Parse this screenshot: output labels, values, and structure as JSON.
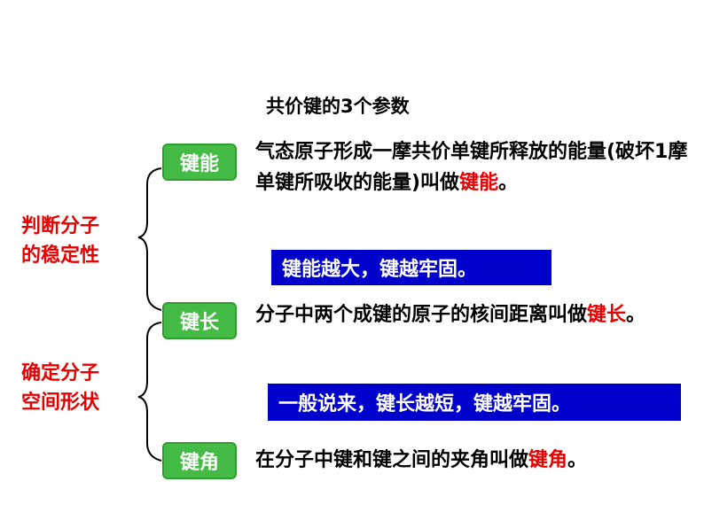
{
  "title": "共价键的3个参数",
  "left_labels": {
    "stability": {
      "line1": "判断分子",
      "line2": "的稳定性"
    },
    "shape": {
      "line1": "确定分子",
      "line2": "空间形状"
    }
  },
  "parameters": [
    {
      "name": "键能",
      "desc_before": "气态原子形成一摩共价单键所释放的能量(破坏1摩单键所吸收的能量)叫做",
      "desc_highlight": "键能",
      "desc_after": "。",
      "note": "键能越大，键越牢固。"
    },
    {
      "name": "键长",
      "desc_before": "分子中两个成键的原子的核间距离叫做",
      "desc_highlight": "键长",
      "desc_after": "。",
      "note": "一般说来，键长越短，键越牢固。"
    },
    {
      "name": "键角",
      "desc_before": "在分子中键和键之间的夹角叫做",
      "desc_highlight": "键角",
      "desc_after": "。"
    }
  ],
  "colors": {
    "green": "#44bb44",
    "blue": "#0000cc",
    "red": "#e60000"
  }
}
